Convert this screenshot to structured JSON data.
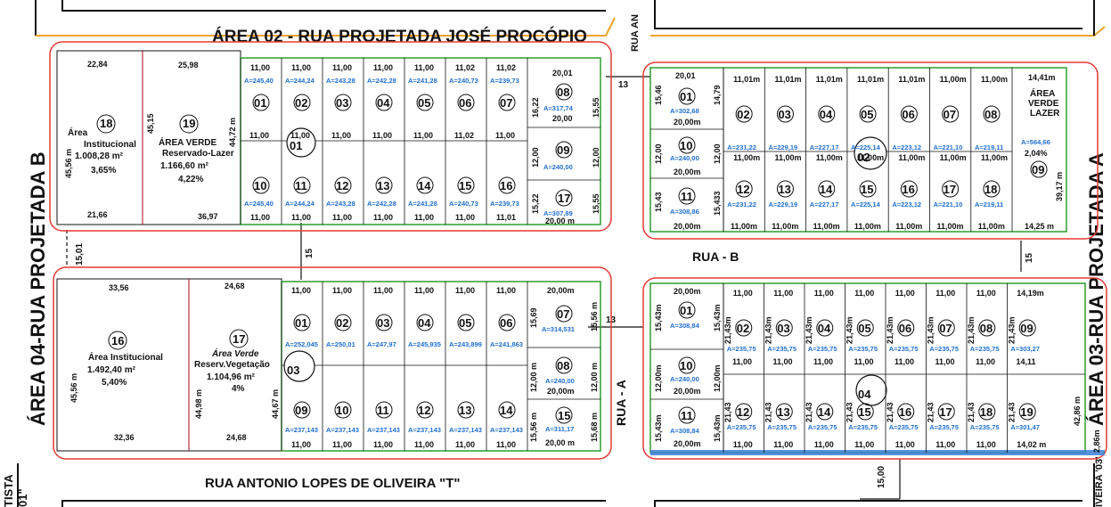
{
  "streets": {
    "top": "ÁREA 02 - RUA PROJETADA JOSÉ PROCÓPIO",
    "left": "ÁREA 04-RUA PROJETADA B",
    "right": "ÁREA 03-RUA PROJETADA A",
    "bottom": "RUA ANTONIO LOPES DE OLIVEIRA \"T\"",
    "rua_b": "RUA - B",
    "rua_a": "RUA - A",
    "top_cut": "RUA AN",
    "left_cut_1": "TISTA",
    "left_cut_2": "01\"",
    "right_cut": "IVEIRA '03'"
  },
  "gaps": {
    "left_vertical": "15,01",
    "center_vertical": "15",
    "right_vertical": "15",
    "bottom_vertical": "15,00",
    "top_horizontal": "13",
    "bottom_horizontal": "13"
  },
  "blocks": {
    "b01": {
      "number": "01",
      "lot18": {
        "num": "18",
        "label": "Área",
        "sub": "Institucional",
        "area": "1.008,28 m²",
        "pct": "3,65%",
        "top": "22,84",
        "bottom": "21,66",
        "side": "45,56 m"
      },
      "lot19": {
        "num": "19",
        "label": "ÁREA VERDE",
        "sub": "Reservado-Lazer",
        "area": "1.166,60 m²",
        "pct": "4,22%",
        "top": "25,98",
        "bottom": "36,97",
        "side": "45,15",
        "side_r": "44,72 m"
      },
      "top_lots": [
        {
          "num": "01",
          "w": "11,00",
          "a": "A=245,40"
        },
        {
          "num": "02",
          "w": "11,00",
          "a": "A=244,24"
        },
        {
          "num": "03",
          "w": "11,00",
          "a": "A=243,28"
        },
        {
          "num": "04",
          "w": "11,00",
          "a": "A=242,28"
        },
        {
          "num": "05",
          "w": "11,00",
          "a": "A=241,28"
        },
        {
          "num": "06",
          "w": "11,02",
          "a": "A=240,73"
        },
        {
          "num": "07",
          "w": "11,02",
          "a": "A=239,73"
        }
      ],
      "bottom_lots": [
        {
          "num": "10",
          "w": "11,00",
          "a": "A=245,40"
        },
        {
          "num": "11",
          "w": "11,00",
          "a": "A=244,24"
        },
        {
          "num": "12",
          "w": "11,00",
          "a": "A=243,28"
        },
        {
          "num": "13",
          "w": "11,00",
          "a": "A=242,28"
        },
        {
          "num": "14",
          "w": "11,00",
          "a": "A=241,28"
        },
        {
          "num": "15",
          "w": "11,00",
          "a": "A=240,73"
        },
        {
          "num": "16",
          "w": "11,01",
          "a": "A=239,73"
        }
      ],
      "middle_widths": [
        "11,00",
        "11,00",
        "11,00",
        "11,00",
        "11,00",
        "11,02",
        "11,00"
      ],
      "end_lots": [
        {
          "num": "08",
          "top": "20,01",
          "bottom": "20,00",
          "a": "A=317,74",
          "l": "16,22",
          "r": "15,55"
        },
        {
          "num": "09",
          "a": "A=240,00",
          "l": "12,00",
          "r": "12,00"
        },
        {
          "num": "17",
          "a": "A=307,89",
          "bottom": "20,00 m",
          "l": "15,22",
          "r": "15,55"
        }
      ]
    },
    "b02": {
      "number": "02",
      "top_lots": [
        {
          "num": "02",
          "w": "11,01m",
          "a": "A=231,22"
        },
        {
          "num": "03",
          "w": "11,01m",
          "a": "A=229,19"
        },
        {
          "num": "04",
          "w": "11,01m",
          "a": "A=227,17"
        },
        {
          "num": "05",
          "w": "11,01m",
          "a": "A=225,14"
        },
        {
          "num": "06",
          "w": "11,01m",
          "a": "A=223,12"
        },
        {
          "num": "07",
          "w": "11,00m",
          "a": "A=221,10"
        },
        {
          "num": "08",
          "w": "11,00m",
          "a": "A=219,11"
        }
      ],
      "bottom_lots": [
        {
          "num": "12",
          "w": "11,00m",
          "a": "A=231,22"
        },
        {
          "num": "13",
          "w": "11,00m",
          "a": "A=229,19"
        },
        {
          "num": "14",
          "w": "11,00m",
          "a": "A=227,17"
        },
        {
          "num": "15",
          "w": "11,00m",
          "a": "A=225,14"
        },
        {
          "num": "16",
          "w": "11,00m",
          "a": "A=223,12"
        },
        {
          "num": "17",
          "w": "11,00m",
          "a": "A=221,10"
        },
        {
          "num": "18",
          "w": "11,00m",
          "a": "A=219,11"
        }
      ],
      "end_left": [
        {
          "num": "01",
          "top": "20,01",
          "a": "A=302,68",
          "l": "15,46",
          "r": "14,79",
          "bottom": "20,00m"
        },
        {
          "num": "10",
          "a": "A=240,00",
          "l": "12,00",
          "r": "12,00",
          "bottom": "20,00m"
        },
        {
          "num": "11",
          "a": "A=308,86",
          "l": "15,43",
          "r": "15,433",
          "bottom": "20,00m"
        }
      ],
      "green": {
        "num": "09",
        "label": "ÁREA",
        "sub1": "VERDE",
        "sub2": "LAZER",
        "area": "A=564,66",
        "pct": "2,04%",
        "top": "14,41m",
        "bottom": "14,25 m",
        "side": "39,17 m"
      }
    },
    "b03": {
      "number": "03",
      "lot16": {
        "num": "16",
        "label": "Área Institucional",
        "area": "1.492,40 m²",
        "pct": "5,40%",
        "top": "33,56",
        "bottom": "32,36",
        "side": "45,56 m"
      },
      "lot17": {
        "num": "17",
        "label": "Área Verde",
        "sub": "Reserv.Vegetação",
        "area": "1.104,96 m²",
        "pct": "4%",
        "top": "24,68",
        "bottom": "24,68",
        "side": "44,98 m",
        "side_r": "44,67 m"
      },
      "top_lots": [
        {
          "num": "01",
          "w": "11,00",
          "a": "A=252,045"
        },
        {
          "num": "02",
          "w": "11,00",
          "a": "A=250,01"
        },
        {
          "num": "03",
          "w": "11,00",
          "a": "A=247,97"
        },
        {
          "num": "04",
          "w": "11,00",
          "a": "A=245,935"
        },
        {
          "num": "05",
          "w": "11,00",
          "a": "A=243,899"
        },
        {
          "num": "06",
          "w": "11,00",
          "a": "A=241,863"
        }
      ],
      "bottom_lots": [
        {
          "num": "09",
          "w": "11,00",
          "a": "A=237,143"
        },
        {
          "num": "10",
          "w": "11,00",
          "a": "A=237,143"
        },
        {
          "num": "11",
          "w": "11,00",
          "a": "A=237,143"
        },
        {
          "num": "12",
          "w": "11,00",
          "a": "A=237,143"
        },
        {
          "num": "13",
          "w": "11,00",
          "a": "A=237,143"
        },
        {
          "num": "14",
          "w": "11,00",
          "a": "A=237,143"
        }
      ],
      "end_lots": [
        {
          "num": "07",
          "top": "20,00m",
          "a": "A=314,531",
          "l": "15,69",
          "r": "15,56 m"
        },
        {
          "num": "08",
          "a": "A=240,00",
          "l": "12,00 m",
          "r": "12,00 m",
          "bottom": "20,00m"
        },
        {
          "num": "15",
          "a": "A=311,17",
          "l": "15,56 m",
          "r": "15,68 m",
          "bottom": "20,00 m"
        }
      ]
    },
    "b04": {
      "number": "04",
      "top_lots": [
        {
          "num": "02",
          "w": "11,00",
          "a": "A=235,75"
        },
        {
          "num": "03",
          "w": "11,00",
          "a": "A=235,75"
        },
        {
          "num": "04",
          "w": "11,00",
          "a": "A=235,75"
        },
        {
          "num": "05",
          "w": "11,00",
          "a": "A=235,75"
        },
        {
          "num": "06",
          "w": "11,00",
          "a": "A=235,75"
        },
        {
          "num": "07",
          "w": "11,00",
          "a": "A=235,75"
        },
        {
          "num": "08",
          "w": "11,00",
          "a": "A=235,75"
        },
        {
          "num": "09",
          "w": "14,19m",
          "a": "A=303,27"
        }
      ],
      "bottom_lots": [
        {
          "num": "12",
          "w": "11,00",
          "a": "A=235,75"
        },
        {
          "num": "13",
          "w": "11,00",
          "a": "A=235,75"
        },
        {
          "num": "14",
          "w": "11,00",
          "a": "A=235,75"
        },
        {
          "num": "15",
          "w": "11,00",
          "a": "A=235,75"
        },
        {
          "num": "16",
          "w": "11,00",
          "a": "A=235,75"
        },
        {
          "num": "17",
          "w": "11,00",
          "a": "A=235,75"
        },
        {
          "num": "18",
          "w": "11,00",
          "a": "A=235,75"
        },
        {
          "num": "19",
          "w": "14,02 m",
          "a": "A=301,47"
        }
      ],
      "mid_widths": [
        "11,00",
        "11,00",
        "11,00",
        "11,00",
        "11,00",
        "11,00",
        "11,00",
        "14,11"
      ],
      "end_left": [
        {
          "num": "01",
          "top": "20,00m",
          "a": "A=308,84",
          "l": "15,43m",
          "r": "15,43m"
        },
        {
          "num": "10",
          "a": "A=240,00",
          "l": "12,00m",
          "r": "12,00m",
          "bottom": "20,00m"
        },
        {
          "num": "11",
          "a": "A=308,84",
          "l": "15,43m",
          "r": "15,43m",
          "bottom": "20,00m"
        }
      ],
      "side": "42,86 m",
      "depth": "21,43m",
      "depth_b": "21,43",
      "strip": "2,86m"
    }
  },
  "colors": {
    "boundary": "#e53935",
    "lot_line": "#2e9e2e",
    "area_text": "#1f6fd1",
    "street_edge": "#f0a32a"
  }
}
